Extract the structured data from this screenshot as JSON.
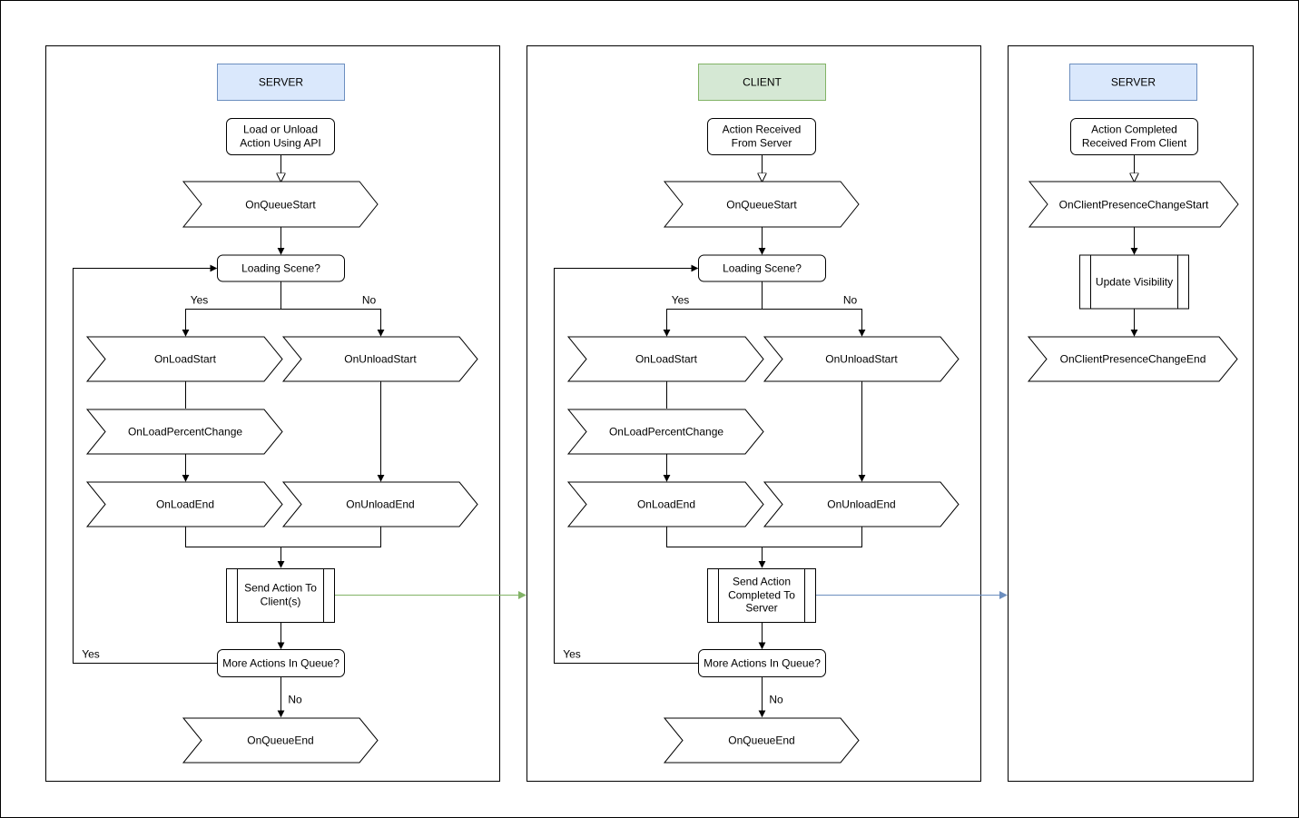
{
  "colors": {
    "server_header_fill": "#dae8fc",
    "server_header_stroke": "#6c8ebf",
    "client_header_fill": "#d5e8d4",
    "client_header_stroke": "#82b366",
    "green_arrow": "#82b366",
    "blue_arrow": "#6c8ebf"
  },
  "server_panel": {
    "header": "SERVER",
    "trigger": [
      "Load or Unload",
      "Action Using API"
    ],
    "queue_start": "OnQueueStart",
    "loading_decision": "Loading Scene?",
    "yes_label": "Yes",
    "no_label": "No",
    "load_start": "OnLoadStart",
    "unload_start": "OnUnloadStart",
    "load_percent": "OnLoadPercentChange",
    "load_end": "OnLoadEnd",
    "unload_end": "OnUnloadEnd",
    "send_action": [
      "Send Action To",
      "Client(s)"
    ],
    "more_actions": "More Actions In Queue?",
    "loop_yes_label": "Yes",
    "end_no_label": "No",
    "queue_end": "OnQueueEnd"
  },
  "client_panel": {
    "header": "CLIENT",
    "trigger": [
      "Action Received",
      "From Server"
    ],
    "queue_start": "OnQueueStart",
    "loading_decision": "Loading Scene?",
    "yes_label": "Yes",
    "no_label": "No",
    "load_start": "OnLoadStart",
    "unload_start": "OnUnloadStart",
    "load_percent": "OnLoadPercentChange",
    "load_end": "OnLoadEnd",
    "unload_end": "OnUnloadEnd",
    "send_action": [
      "Send Action",
      "Completed To",
      "Server"
    ],
    "more_actions": "More Actions In Queue?",
    "loop_yes_label": "Yes",
    "end_no_label": "No",
    "queue_end": "OnQueueEnd"
  },
  "server_result_panel": {
    "header": "SERVER",
    "trigger": [
      "Action Completed",
      "Received From Client"
    ],
    "presence_start": "OnClientPresenceChangeStart",
    "update_visibility": "Update Visibility",
    "presence_end": "OnClientPresenceChangeEnd"
  }
}
